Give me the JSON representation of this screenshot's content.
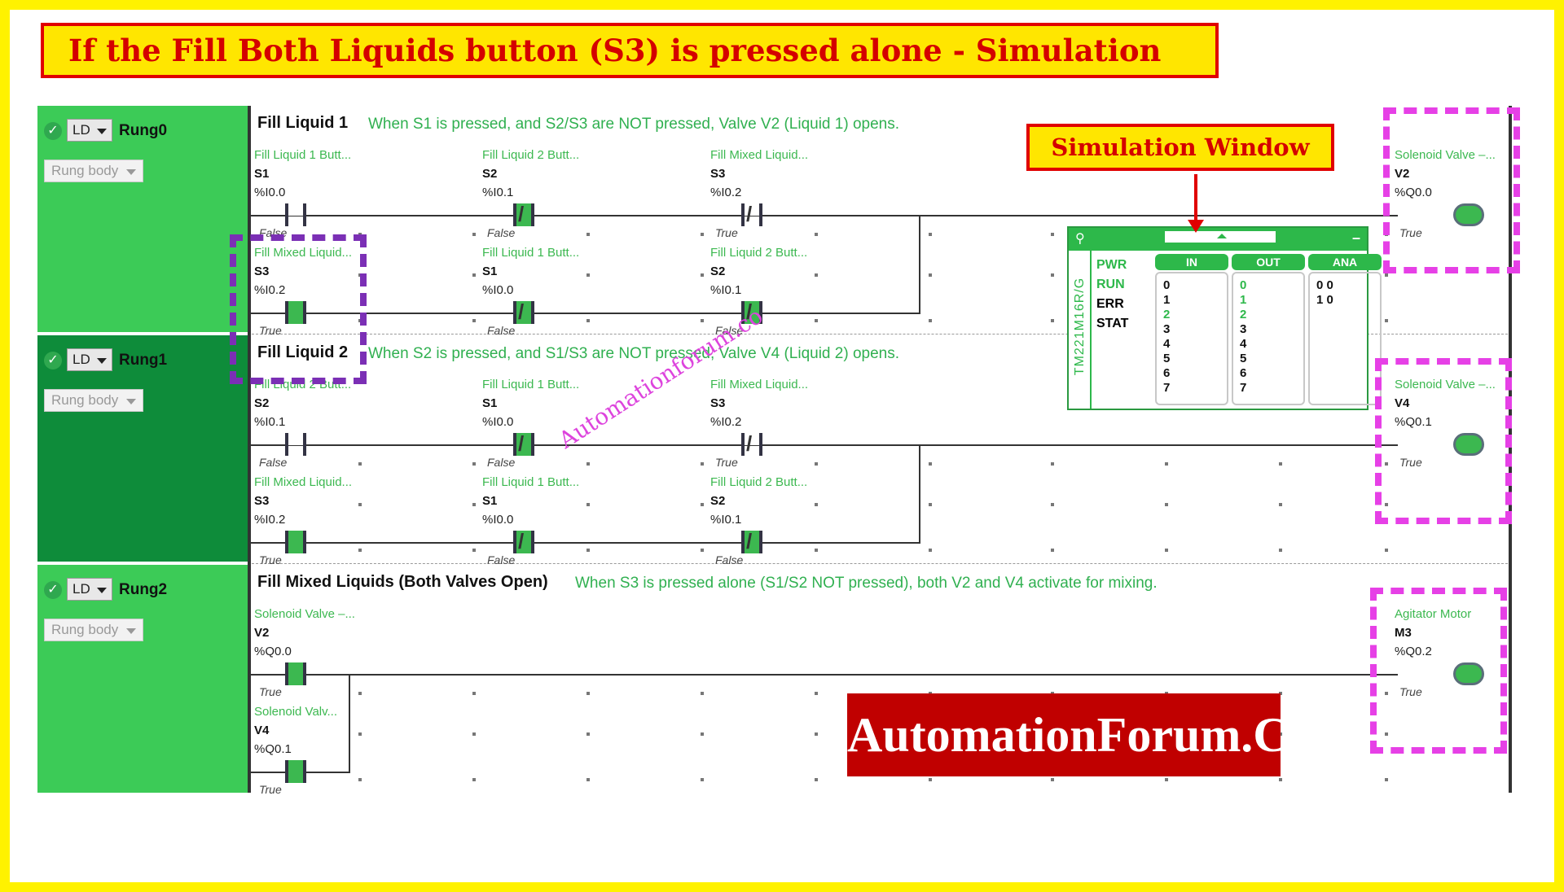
{
  "title": "If the Fill Both Liquids button (S3) is pressed alone - Simulation",
  "callout": "Simulation Window",
  "watermark": "Automationforum.co",
  "logo": "AutomationForum.Co",
  "colors": {
    "border": "#fff200",
    "accent_red": "#e00000",
    "rung_green": "#3ccb57",
    "rung_dark": "#0e8c3a",
    "ladder_green": "#3cb850",
    "highlight_pink": "#e640e6",
    "highlight_purple": "#7b2fb5"
  },
  "rungs": [
    {
      "lang": "LD",
      "name": "Rung0",
      "body": "Rung body",
      "title": "Fill Liquid 1",
      "comment": "When S1 is pressed, and S2/S3 are NOT pressed, Valve V2 (Liquid 1) opens.",
      "row1": [
        {
          "comment": "Fill Liquid 1 Butt...",
          "name": "S1",
          "addr": "%I0.0",
          "value": "False",
          "type": "NO",
          "energized": false
        },
        {
          "comment": "Fill Liquid 2 Butt...",
          "name": "S2",
          "addr": "%I0.1",
          "value": "False",
          "type": "NC",
          "energized": true
        },
        {
          "comment": "Fill Mixed Liquid...",
          "name": "S3",
          "addr": "%I0.2",
          "value": "True",
          "type": "NC",
          "energized": false
        }
      ],
      "row2": [
        {
          "comment": "Fill Mixed Liquid...",
          "name": "S3",
          "addr": "%I0.2",
          "value": "True",
          "type": "NO",
          "energized": true
        },
        {
          "comment": "Fill Liquid 1 Butt...",
          "name": "S1",
          "addr": "%I0.0",
          "value": "False",
          "type": "NC",
          "energized": true
        },
        {
          "comment": "Fill Liquid 2 Butt...",
          "name": "S2",
          "addr": "%I0.1",
          "value": "False",
          "type": "NC",
          "energized": true
        }
      ],
      "coil": {
        "comment": "Solenoid Valve –...",
        "name": "V2",
        "addr": "%Q0.0",
        "value": "True"
      }
    },
    {
      "lang": "LD",
      "name": "Rung1",
      "body": "Rung body",
      "title": "Fill Liquid 2",
      "comment": "When S2 is pressed, and S1/S3 are NOT pressed, Valve V4 (Liquid 2) opens.",
      "row1": [
        {
          "comment": "Fill Liquid 2 Butt...",
          "name": "S2",
          "addr": "%I0.1",
          "value": "False",
          "type": "NO",
          "energized": false
        },
        {
          "comment": "Fill Liquid 1 Butt...",
          "name": "S1",
          "addr": "%I0.0",
          "value": "False",
          "type": "NC",
          "energized": true
        },
        {
          "comment": "Fill Mixed Liquid...",
          "name": "S3",
          "addr": "%I0.2",
          "value": "True",
          "type": "NC",
          "energized": false
        }
      ],
      "row2": [
        {
          "comment": "Fill Mixed Liquid...",
          "name": "S3",
          "addr": "%I0.2",
          "value": "True",
          "type": "NO",
          "energized": true
        },
        {
          "comment": "Fill Liquid 1 Butt...",
          "name": "S1",
          "addr": "%I0.0",
          "value": "False",
          "type": "NC",
          "energized": true
        },
        {
          "comment": "Fill Liquid 2 Butt...",
          "name": "S2",
          "addr": "%I0.1",
          "value": "False",
          "type": "NC",
          "energized": true
        }
      ],
      "coil": {
        "comment": "Solenoid Valve –...",
        "name": "V4",
        "addr": "%Q0.1",
        "value": "True"
      }
    },
    {
      "lang": "LD",
      "name": "Rung2",
      "body": "Rung body",
      "title": "Fill Mixed Liquids (Both Valves Open)",
      "comment": "When S3 is pressed alone (S1/S2 NOT pressed), both V2 and V4 activate for mixing.",
      "row1": [
        {
          "comment": "Solenoid Valve –...",
          "name": "V2",
          "addr": "%Q0.0",
          "value": "True",
          "type": "NO",
          "energized": true
        }
      ],
      "row2": [
        {
          "comment": "Solenoid Valv...",
          "name": "V4",
          "addr": "%Q0.1",
          "value": "True",
          "type": "NO",
          "energized": true
        }
      ],
      "coil": {
        "comment": "Agitator Motor",
        "name": "M3",
        "addr": "%Q0.2",
        "value": "True"
      }
    }
  ],
  "sim": {
    "model": "TM221M16R/G",
    "states": [
      "PWR",
      "RUN",
      "ERR",
      "STAT"
    ],
    "headers": [
      "IN",
      "OUT",
      "ANA"
    ],
    "inputs": [
      "0",
      "1",
      "2",
      "3",
      "4",
      "5",
      "6",
      "7"
    ],
    "outputs": [
      "0",
      "1",
      "2",
      "3",
      "4",
      "5",
      "6",
      "7"
    ],
    "analog": [
      "0 0",
      "1 0"
    ]
  }
}
